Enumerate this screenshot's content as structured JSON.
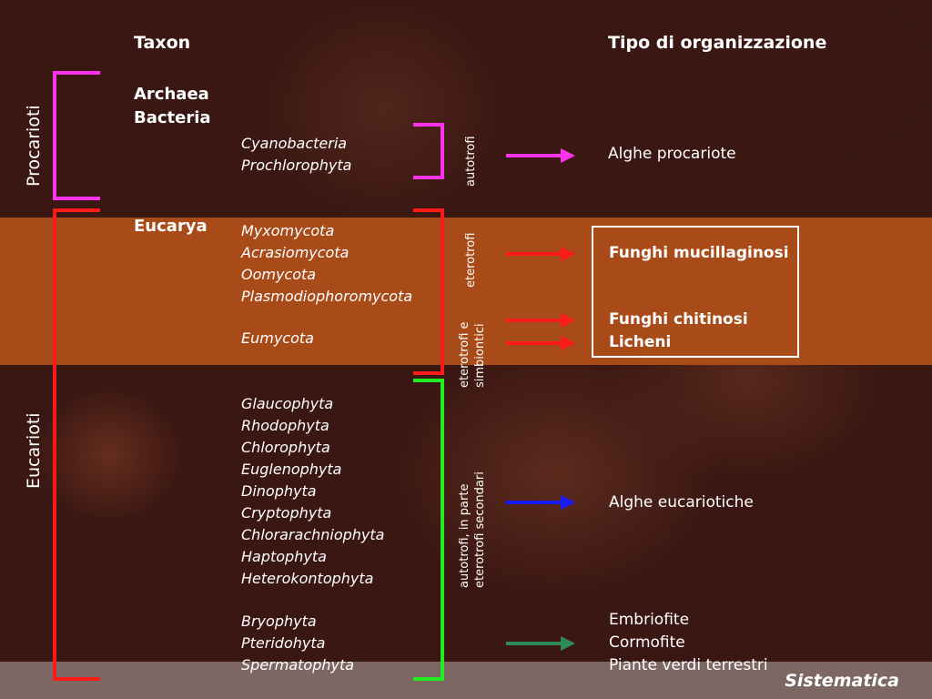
{
  "headers": {
    "taxon": "Taxon",
    "organization": "Tipo di organizzazione"
  },
  "side_labels": {
    "prokaryotes": "Procarioti",
    "eukaryotes": "Eucarioti"
  },
  "taxa": {
    "archaea": "Archaea",
    "bacteria": "Bacteria",
    "eucarya": "Eucarya"
  },
  "groups": {
    "procariote_autotrophs": [
      "Cyanobacteria",
      "Prochlorophyta"
    ],
    "slime_molds": [
      "Myxomycota",
      "Acrasiomycota",
      "Oomycota",
      "Plasmodiophoromycota"
    ],
    "eumycota": "Eumycota",
    "algae": [
      "Glaucophyta",
      "Rhodophyta",
      "Chlorophyta",
      "Euglenophyta",
      "Dinophyta",
      "Cryptophyta",
      "Chlorarachniophyta",
      "Haptophyta",
      "Heterokontophyta"
    ],
    "plants": [
      "Bryophyta",
      "Pteridohyta",
      "Spermatophyta"
    ]
  },
  "nutrition": {
    "autotrofi": "autotrofi",
    "eterotrofi": "eterotrofi",
    "eterotrofi_simbiontici_1": "eterotrofi e",
    "eterotrofi_simbiontici_2": "simbiontici",
    "autotrofi_parte_1": "autotrofi, in parte",
    "autotrofi_parte_2": "eterotrofi secondari"
  },
  "organization": {
    "alghe_procariote": "Alghe procariote",
    "funghi_mucillaginosi": "Funghi mucillaginosi",
    "funghi_chitinosi": "Funghi chitinosi",
    "licheni": "Licheni",
    "alghe_eucariotiche": "Alghe eucariotiche",
    "embriofite": "Embriofite",
    "cormofite": "Cormofite",
    "piante_verdi": "Piante verdi terrestri"
  },
  "footer": "Sistematica",
  "colors": {
    "magenta": "#ff33ee",
    "red": "#ff1a1a",
    "green": "#22ee22",
    "blue": "#1a1aff",
    "dark_green": "#2e8b57",
    "band": "#b0501a"
  }
}
